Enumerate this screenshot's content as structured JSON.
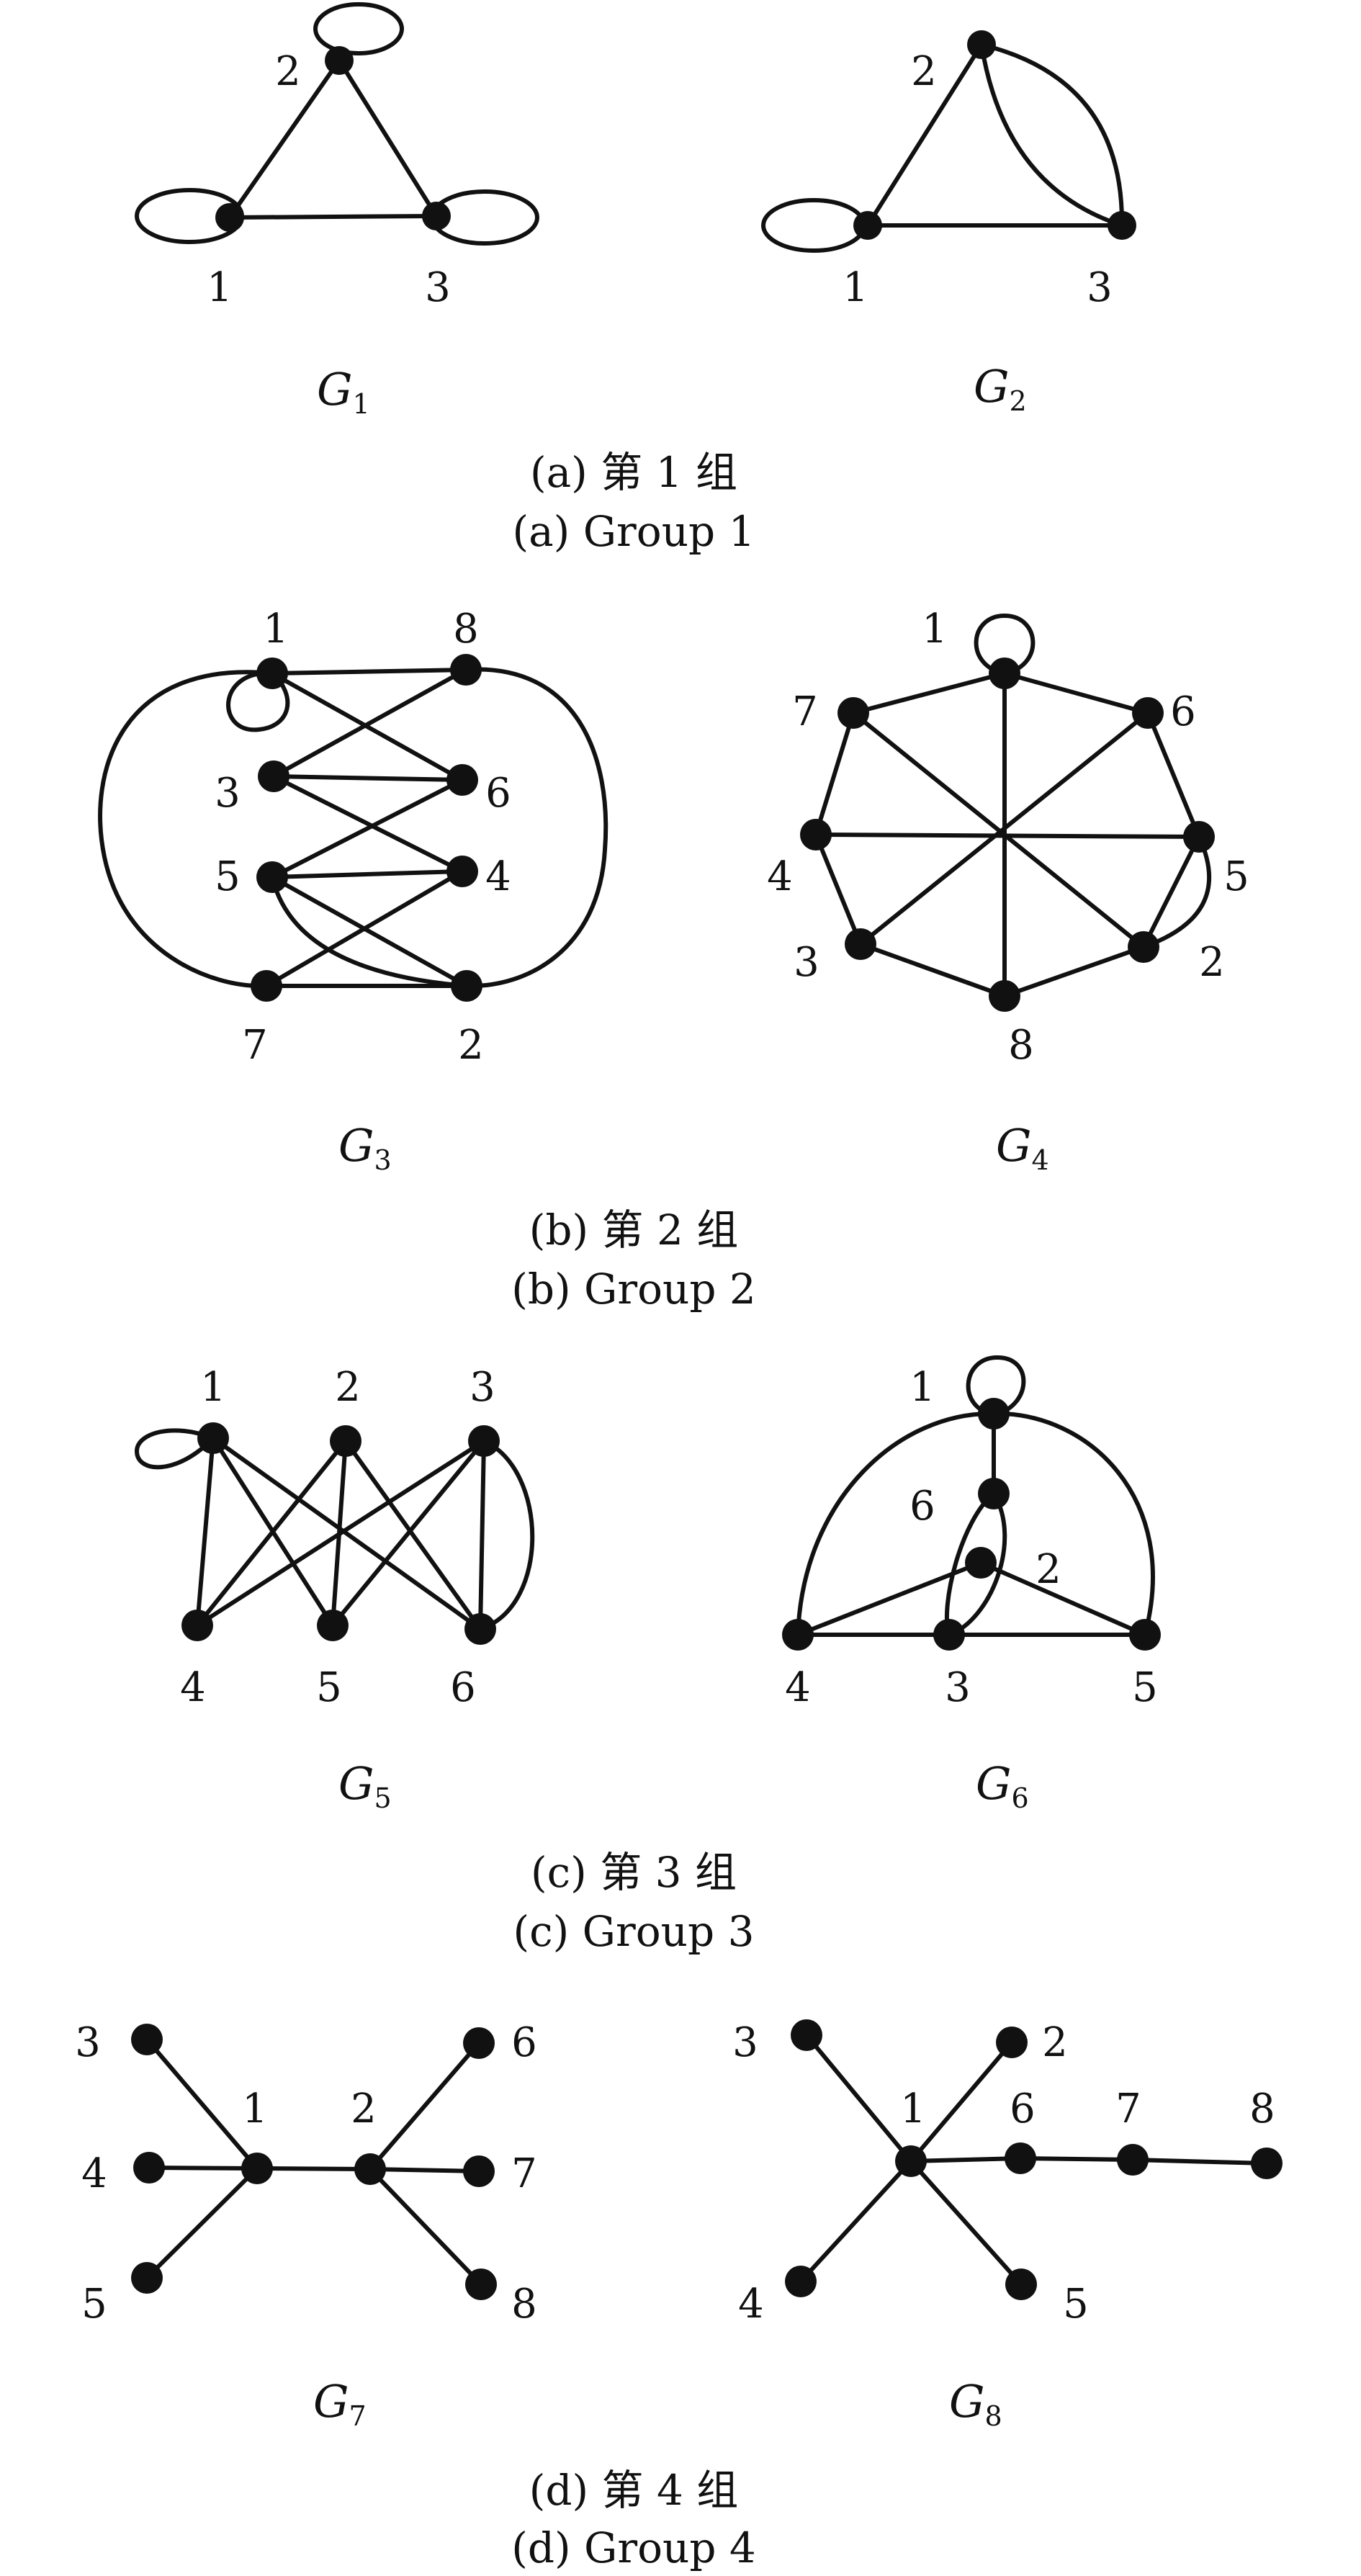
{
  "groups": [
    {
      "caption_cn": "(a) 第 1 组",
      "caption_en": "(a) Group 1",
      "graphs": [
        {
          "name": "G",
          "sub": "1",
          "nodes": [
            {
              "label": "1"
            },
            {
              "label": "2"
            },
            {
              "label": "3"
            }
          ],
          "edges": [
            "1-1 loop",
            "2-2 loop",
            "3-3 loop",
            "1-2",
            "2-3",
            "1-3"
          ]
        },
        {
          "name": "G",
          "sub": "2",
          "nodes": [
            {
              "label": "1"
            },
            {
              "label": "2"
            },
            {
              "label": "3"
            }
          ],
          "edges": [
            "1-1 loop",
            "1-2",
            "1-3",
            "2-3",
            "2-3"
          ]
        }
      ]
    },
    {
      "caption_cn": "(b) 第 2 组",
      "caption_en": "(b) Group 2",
      "graphs": [
        {
          "name": "G",
          "sub": "3",
          "nodes": [
            {
              "label": "1"
            },
            {
              "label": "8"
            },
            {
              "label": "3"
            },
            {
              "label": "6"
            },
            {
              "label": "5"
            },
            {
              "label": "4"
            },
            {
              "label": "7"
            },
            {
              "label": "2"
            }
          ],
          "edges": [
            "1-1 loop",
            "1-8",
            "1-6",
            "8-3",
            "3-6",
            "3-4",
            "6-5",
            "5-4",
            "5-2",
            "5-2",
            "4-7",
            "7-2",
            "1-7",
            "8-2"
          ]
        },
        {
          "name": "G",
          "sub": "4",
          "nodes": [
            {
              "label": "1"
            },
            {
              "label": "6"
            },
            {
              "label": "5"
            },
            {
              "label": "2"
            },
            {
              "label": "8"
            },
            {
              "label": "3"
            },
            {
              "label": "4"
            },
            {
              "label": "7"
            }
          ],
          "edges": [
            "1-1 loop",
            "1-6",
            "6-5",
            "5-2",
            "5-2",
            "2-8",
            "8-3",
            "3-4",
            "4-7",
            "7-1",
            "1-8",
            "6-3",
            "5-4",
            "2-7"
          ]
        }
      ]
    },
    {
      "caption_cn": "(c) 第 3 组",
      "caption_en": "(c) Group 3",
      "graphs": [
        {
          "name": "G",
          "sub": "5",
          "nodes": [
            {
              "label": "1"
            },
            {
              "label": "2"
            },
            {
              "label": "3"
            },
            {
              "label": "4"
            },
            {
              "label": "5"
            },
            {
              "label": "6"
            }
          ],
          "edges": [
            "1-1 loop",
            "1-4",
            "1-5",
            "1-6",
            "2-4",
            "2-5",
            "2-6",
            "3-4",
            "3-5",
            "3-6",
            "3-6"
          ]
        },
        {
          "name": "G",
          "sub": "6",
          "nodes": [
            {
              "label": "1"
            },
            {
              "label": "6"
            },
            {
              "label": "2"
            },
            {
              "label": "4"
            },
            {
              "label": "3"
            },
            {
              "label": "5"
            }
          ],
          "edges": [
            "1-1 loop",
            "1-6",
            "1-4",
            "1-5",
            "6-3",
            "6-3",
            "2-4",
            "2-5",
            "4-3",
            "3-5"
          ]
        }
      ]
    },
    {
      "caption_cn": "(d) 第 4 组",
      "caption_en": "(d) Group 4",
      "graphs": [
        {
          "name": "G",
          "sub": "7",
          "nodes": [
            {
              "label": "3"
            },
            {
              "label": "4"
            },
            {
              "label": "5"
            },
            {
              "label": "1"
            },
            {
              "label": "2"
            },
            {
              "label": "6"
            },
            {
              "label": "7"
            },
            {
              "label": "8"
            }
          ],
          "edges": [
            "1-3",
            "1-4",
            "1-5",
            "1-2",
            "2-6",
            "2-7",
            "2-8"
          ]
        },
        {
          "name": "G",
          "sub": "8",
          "nodes": [
            {
              "label": "3"
            },
            {
              "label": "2"
            },
            {
              "label": "1"
            },
            {
              "label": "6"
            },
            {
              "label": "7"
            },
            {
              "label": "8"
            },
            {
              "label": "4"
            },
            {
              "label": "5"
            }
          ],
          "edges": [
            "1-3",
            "1-2",
            "1-4",
            "1-5",
            "1-6",
            "6-7",
            "7-8"
          ]
        }
      ]
    }
  ]
}
